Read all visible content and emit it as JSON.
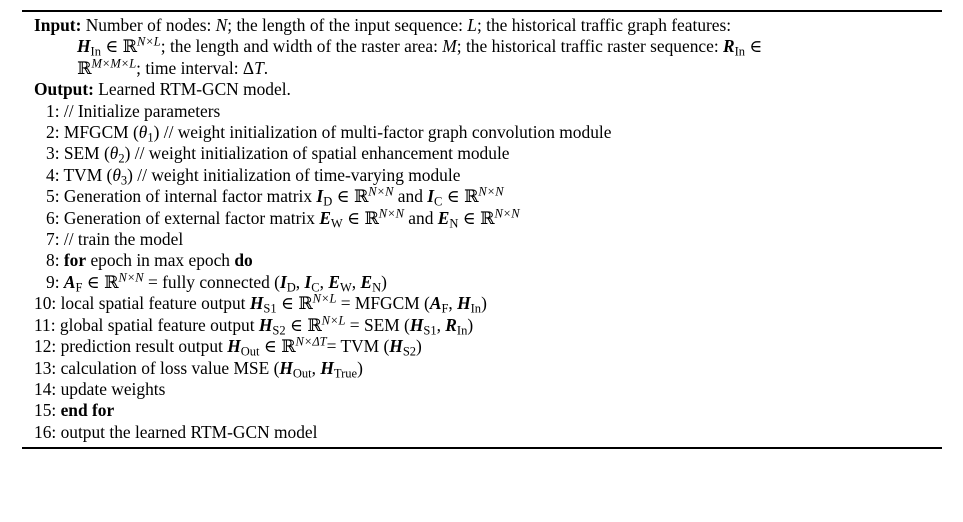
{
  "algorithm": {
    "input_label": "Input:",
    "input_text_1": "Number of nodes: ",
    "input_N": "N",
    "input_text_2": "; the length of the input sequence: ",
    "input_L": "L",
    "input_text_3": "; the historical traffic graph features:",
    "input_H": "H",
    "input_H_sub": "In",
    "input_in_R1": " ∈ ℝ",
    "input_sup1": "N×L",
    "input_text_4": "; the length and width of the raster area: ",
    "input_M": "M",
    "input_text_5": "; the historical traffic raster sequence: ",
    "input_R": "R",
    "input_R_sub": "In",
    "input_in": " ∈",
    "input_R_space": "ℝ",
    "input_sup2": "M×M×L",
    "input_text_6": "; time interval: Δ",
    "input_T": "T",
    "input_end": ".",
    "output_label": "Output:",
    "output_text": " Learned RTM-GCN model.",
    "lines": {
      "l1": "1: // Initialize parameters",
      "l2a": "2: MFGCM (",
      "l2theta": "θ",
      "l2sub": "1",
      "l2b": ") // weight initialization of multi-factor graph convolution module",
      "l3a": "3: SEM (",
      "l3theta": "θ",
      "l3sub": "2",
      "l3b": ") // weight initialization of spatial enhancement module",
      "l4a": "4: TVM (",
      "l4theta": "θ",
      "l4sub": "3",
      "l4b": ") // weight initialization of time-varying module",
      "l5a": "5: Generation of internal factor matrix ",
      "l5I": "I",
      "l5Dsub": "D",
      "l5in1": " ∈ ℝ",
      "l5sup1": "N×N",
      "l5and": " and ",
      "l5I2": "I",
      "l5Csub": "C",
      "l5in2": " ∈ ℝ",
      "l5sup2": "N×N",
      "l6a": "6: Generation of external factor matrix ",
      "l6E": "E",
      "l6Wsub": "W",
      "l6in1": " ∈ ℝ",
      "l6sup1": "N×N",
      "l6and": " and ",
      "l6E2": "E",
      "l6Nsub": "N",
      "l6in2": " ∈ ℝ",
      "l6sup2": "N×N",
      "l7": "7: // train the model",
      "l8a": "8: ",
      "l8for": "for",
      "l8b": " epoch in max epoch ",
      "l8do": "do",
      "l9a": "9:  ",
      "l9A": "A",
      "l9Fsub": "F",
      "l9in": " ∈ ℝ",
      "l9sup": "N×N",
      "l9b": " = fully connected (",
      "l9I1": "I",
      "l9Dsub": "D",
      "l9c1": ", ",
      "l9I2": "I",
      "l9Csub": "C",
      "l9c2": ", ",
      "l9E1": "E",
      "l9Wsub": "W",
      "l9c3": ", ",
      "l9E2": "E",
      "l9Nsub": "N",
      "l9end": ")",
      "l10a": "10:   local spatial feature output ",
      "l10H": "H",
      "l10sub": "S1",
      "l10in": " ∈ ℝ",
      "l10sup": "N×L",
      "l10b": " = MFGCM (",
      "l10A": "A",
      "l10Fsub": "F",
      "l10c": ", ",
      "l10H2": "H",
      "l10Insub": "In",
      "l10end": ")",
      "l11a": "11:   global spatial feature output ",
      "l11H": "H",
      "l11sub": "S2",
      "l11in": " ∈ ℝ",
      "l11sup": "N×L",
      "l11b": " = SEM (",
      "l11H2": "H",
      "l11S1sub": "S1",
      "l11c": ", ",
      "l11R": "R",
      "l11Insub": "In",
      "l11end": ")",
      "l12a": "12:   prediction result output ",
      "l12H": "H",
      "l12sub": "Out",
      "l12in": " ∈ ℝ",
      "l12sup": "N×ΔT",
      "l12b": "= TVM (",
      "l12H2": "H",
      "l12S2sub": "S2",
      "l12end": ")",
      "l13a": "13:   calculation of loss value MSE (",
      "l13H1": "H",
      "l13Outsub": "Out",
      "l13c": ", ",
      "l13H2": "H",
      "l13Truesub": "True",
      "l13end": ")",
      "l14": "14:   update weights",
      "l15a": "15: ",
      "l15end": "end for",
      "l16": "16: output the learned RTM-GCN model"
    }
  }
}
